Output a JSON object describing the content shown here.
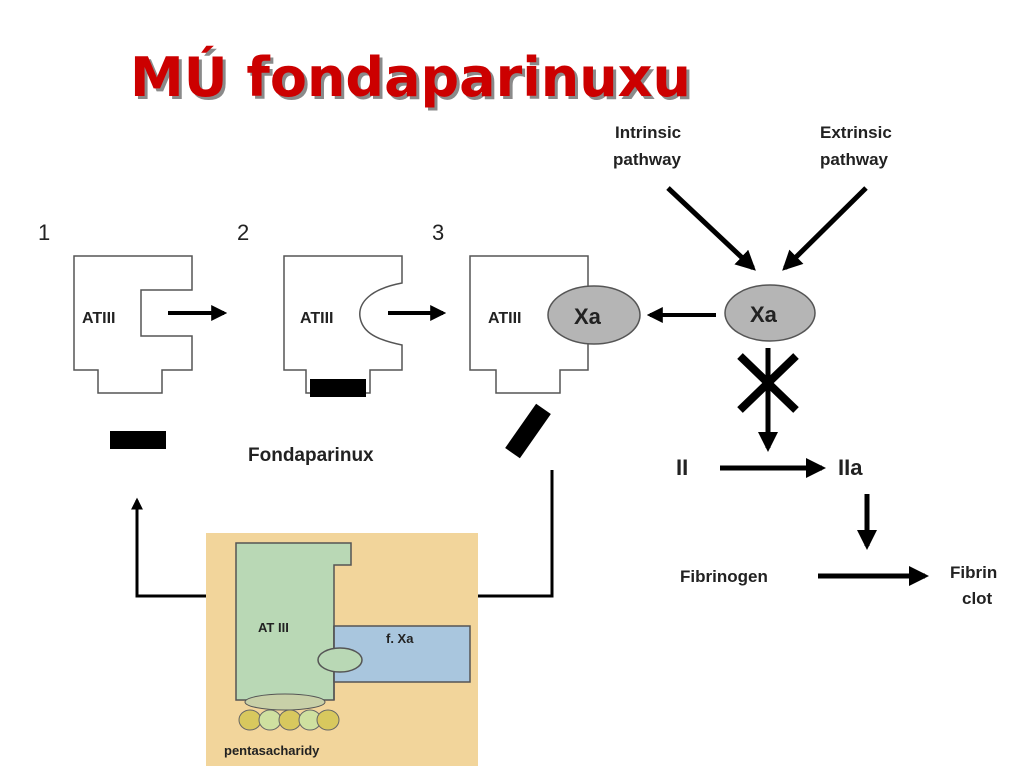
{
  "title": "MÚ fondaparinuxu",
  "steps": [
    "1",
    "2",
    "3"
  ],
  "labels": {
    "atiii": "ATIII",
    "xa": "Xa",
    "fondaparinux": "Fondaparinux",
    "intrinsic_line1": "Intrinsic",
    "intrinsic_line2": "pathway",
    "extrinsic_line1": "Extrinsic",
    "extrinsic_line2": "pathway",
    "ii": "II",
    "iia": "IIa",
    "fibrinogen": "Fibrinogen",
    "fibrin_line1": "Fibrin",
    "fibrin_line2": "clot"
  },
  "inset": {
    "at3_label": "AT III",
    "fxa_label": "f. Xa",
    "pentasaccharide_label": "pentasacharidy"
  },
  "colors": {
    "title": "#cc0000",
    "title_shadow": "#8a8a8a",
    "xa_fill": "#b5b5b5",
    "inset_background": "#f2d59b",
    "at3_fill": "#b9d8b5",
    "fxa_fill": "#a9c6de",
    "pentasaccharide_fill": "#cfd99a"
  }
}
